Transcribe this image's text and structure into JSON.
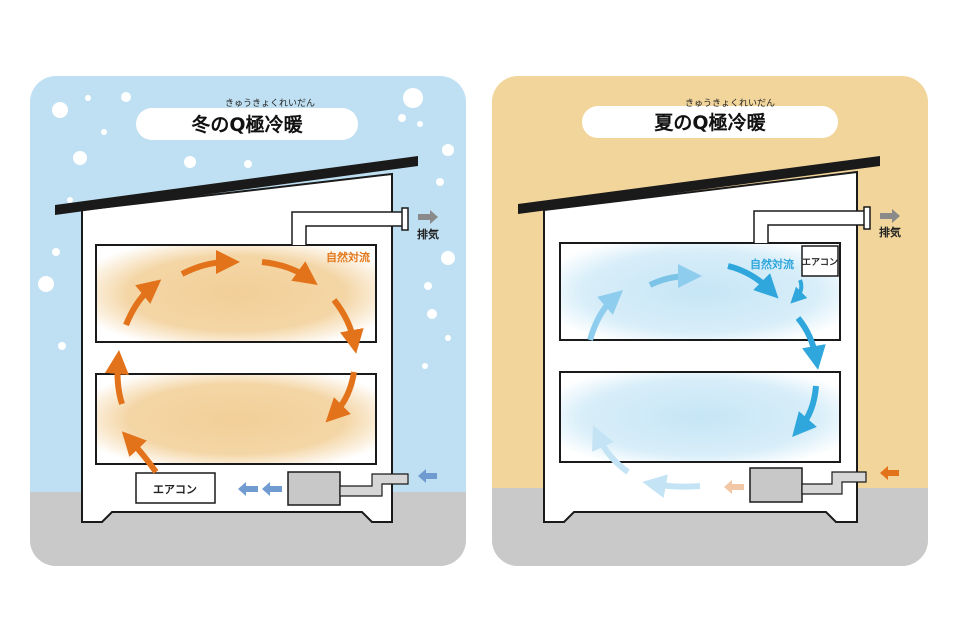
{
  "winter": {
    "title": "冬のQ極冷暖",
    "ruby": "きゅうきょくれいだん",
    "convection_label": "自然対流",
    "aircon_label": "エアコン",
    "exhaust_label": "排気",
    "colors": {
      "sky": "#bfe0f2",
      "warm": "#f2cf97",
      "arrow": "#e3731a",
      "intake_arrow": "#6f9bd1"
    }
  },
  "summer": {
    "title": "夏のQ極冷暖",
    "ruby": "きゅうきょくれいだん",
    "convection_label": "自然対流",
    "aircon_label": "エアコン",
    "exhaust_label": "排気",
    "colors": {
      "sky": "#f2d59a",
      "cool": "#c9e6f5",
      "arrow": "#2fa6dc",
      "intake_arrow": "#e3731a"
    }
  },
  "colors": {
    "ground": "#c9c9c9",
    "roof": "#1a1a1a",
    "duct": "#d6d6d6",
    "unit": "#c8c8c8"
  }
}
